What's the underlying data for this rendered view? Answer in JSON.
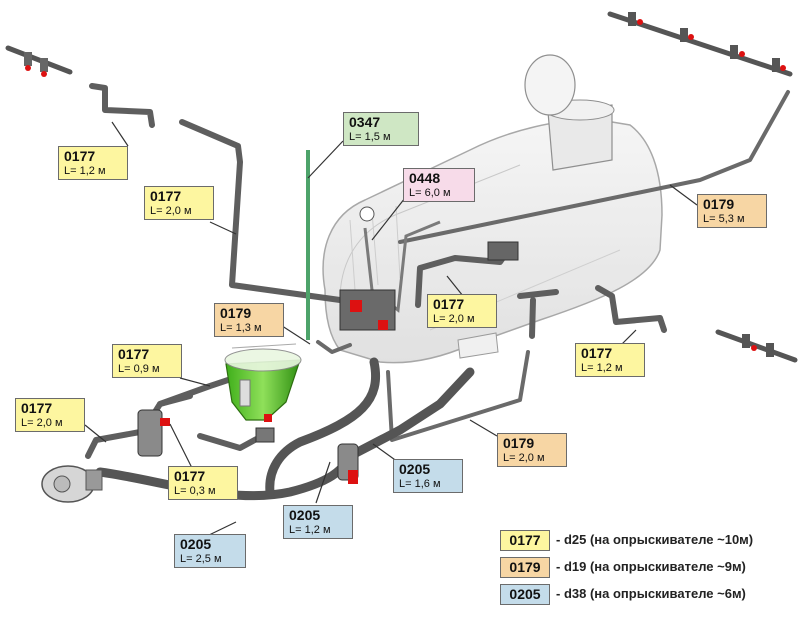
{
  "labels": {
    "a": {
      "code": "0177",
      "len": "L= 1,2 м",
      "color": "#fdf6a0"
    },
    "b": {
      "code": "0177",
      "len": "L= 2,0 м",
      "color": "#fdf6a0"
    },
    "c": {
      "code": "0347",
      "len": "L= 1,5 м",
      "color": "#cfe7c4"
    },
    "d": {
      "code": "0448",
      "len": "L= 6,0 м",
      "color": "#f7dbe9"
    },
    "e": {
      "code": "0179",
      "len": "L= 5,3 м",
      "color": "#f7d6a4"
    },
    "f": {
      "code": "0179",
      "len": "L= 1,3 м",
      "color": "#f7d6a4"
    },
    "g": {
      "code": "0177",
      "len": "L= 2,0 м",
      "color": "#fdf6a0"
    },
    "h": {
      "code": "0177",
      "len": "L= 0,9 м",
      "color": "#fdf6a0"
    },
    "i": {
      "code": "0177",
      "len": "L= 1,2 м",
      "color": "#fdf6a0"
    },
    "j": {
      "code": "0177",
      "len": "L= 2,0 м",
      "color": "#fdf6a0"
    },
    "k": {
      "code": "0179",
      "len": "L= 2,0 м",
      "color": "#f7d6a4"
    },
    "l": {
      "code": "0205",
      "len": "L= 1,6 м",
      "color": "#c4dcea"
    },
    "m": {
      "code": "0177",
      "len": "L= 0,3 м",
      "color": "#fdf6a0"
    },
    "n": {
      "code": "0205",
      "len": "L= 1,2 м",
      "color": "#c4dcea"
    },
    "o": {
      "code": "0205",
      "len": "L= 2,5 м",
      "color": "#c4dcea"
    }
  },
  "legend": [
    {
      "code": "0177",
      "text": "- d25 (на опрыскивателе ~10м)",
      "color": "#fdf6a0"
    },
    {
      "code": "0179",
      "text": "- d19 (на опрыскивателе ~9м)",
      "color": "#f7d6a4"
    },
    {
      "code": "0205",
      "text": "- d38 (на опрыскивателе ~6м)",
      "color": "#c4dcea"
    }
  ]
}
